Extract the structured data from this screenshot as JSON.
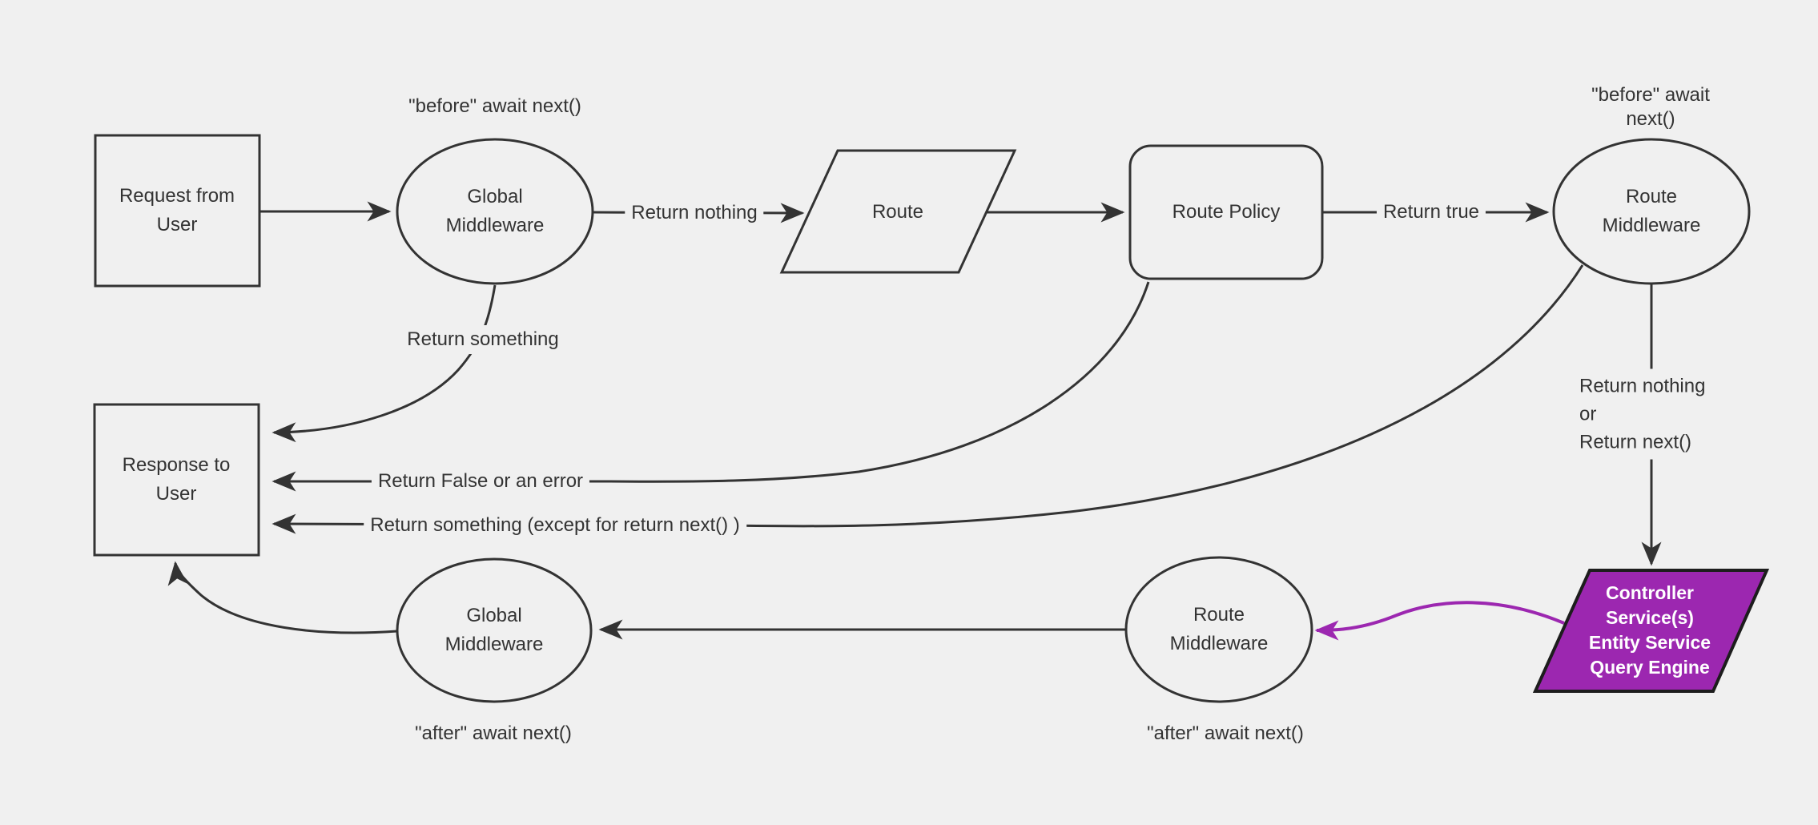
{
  "diagram": {
    "title": "middleware-request-response-flow",
    "colors": {
      "background": "#f0f0f0",
      "line": "#333333",
      "text": "#333333",
      "accent_purple": "#9c27b0",
      "purple_node_text": "#ffffff",
      "purple_node_border": "#1d1d1d"
    },
    "nodes": {
      "request_from_user": {
        "label": "Request from\nUser",
        "shape": "rectangle"
      },
      "global_middleware_top": {
        "label": "Global\nMiddleware",
        "shape": "ellipse"
      },
      "route": {
        "label": "Route",
        "shape": "parallelogram"
      },
      "route_policy": {
        "label": "Route Policy",
        "shape": "rounded-rectangle"
      },
      "route_middleware_top": {
        "label": "Route\nMiddleware",
        "shape": "ellipse"
      },
      "response_to_user": {
        "label": "Response to\nUser",
        "shape": "rectangle"
      },
      "controller_services": {
        "label": "Controller\nService(s)\nEntity Service\nQuery Engine",
        "shape": "parallelogram",
        "fill": "#9c27b0"
      },
      "route_middleware_bottom": {
        "label": "Route\nMiddleware",
        "shape": "ellipse"
      },
      "global_middleware_bottom": {
        "label": "Global\nMiddleware",
        "shape": "ellipse"
      }
    },
    "edge_labels": {
      "before_await_next_left": "\"before\" await next()",
      "before_await_next_right": "\"before\" await next()",
      "return_nothing": "Return nothing",
      "return_true": "Return true",
      "return_something": "Return something",
      "return_false_or_error": "Return False or an error",
      "return_something_except": "Return something (except for return next() )",
      "return_nothing_or_next": "Return nothing\nor\nReturn next()",
      "after_await_next_left": "\"after\" await next()",
      "after_await_next_right": "\"after\" await next()"
    }
  }
}
